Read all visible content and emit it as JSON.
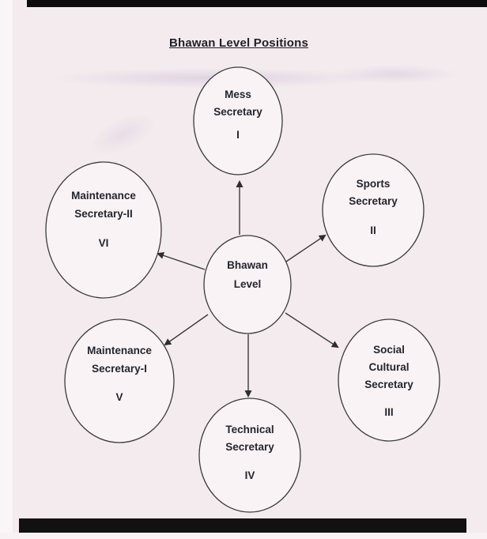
{
  "title": "Bhawan Level Positions",
  "diagram": {
    "center": {
      "lines": [
        "Bhawan",
        "Level"
      ]
    },
    "nodes": [
      {
        "id": "mess-secretary",
        "lines": [
          "Mess",
          "Secretary"
        ],
        "roman": "I"
      },
      {
        "id": "sports-secretary",
        "lines": [
          "Sports",
          "Secretary"
        ],
        "roman": "II"
      },
      {
        "id": "social-cultural-secretary",
        "lines": [
          "Social",
          "Cultural",
          "Secretary"
        ],
        "roman": "III"
      },
      {
        "id": "technical-secretary",
        "lines": [
          "Technical",
          "Secretary"
        ],
        "roman": "IV"
      },
      {
        "id": "maintenance-secretary-1",
        "lines": [
          "Maintenance",
          "Secretary-I"
        ],
        "roman": "V"
      },
      {
        "id": "maintenance-secretary-2",
        "lines": [
          "Maintenance",
          "Secretary-II"
        ],
        "roman": "VI"
      }
    ]
  }
}
